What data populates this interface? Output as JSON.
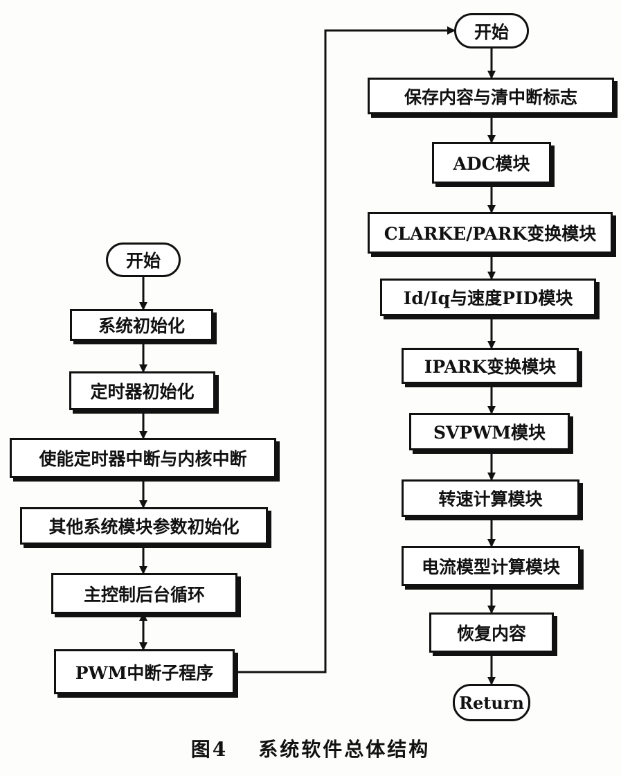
{
  "left_flow": {
    "start": "开始",
    "steps": [
      "系统初始化",
      "定时器初始化",
      "使能定时器中断与内核中断",
      "其他系统模块参数初始化",
      "主控制后台循环",
      "PWM中断子程序"
    ]
  },
  "right_flow": {
    "start": "开始",
    "steps": [
      "保存内容与清中断标志",
      "ADC模块",
      "CLARKE/PARK变换模块",
      "Id/Iq与速度PID模块",
      "IPARK变换模块",
      "SVPWM模块",
      "转速计算模块",
      "电流模型计算模块",
      "恢复内容"
    ],
    "end": "Return"
  },
  "caption": {
    "number": "图4",
    "title": "系统软件总体结构"
  }
}
